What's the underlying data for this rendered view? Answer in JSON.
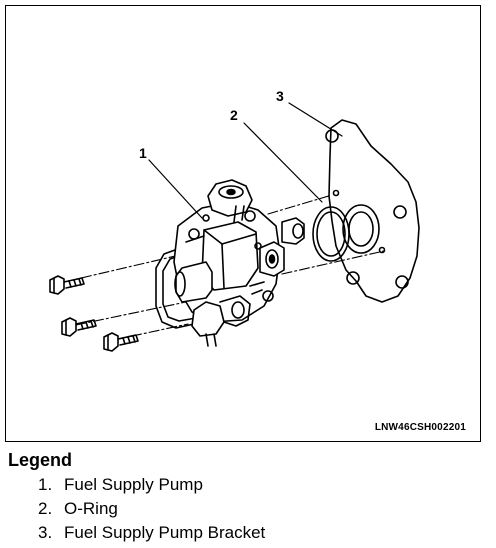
{
  "figure": {
    "code": "LNW46CSH002201",
    "callouts": [
      "1",
      "2",
      "3"
    ]
  },
  "legend": {
    "title": "Legend",
    "items": [
      {
        "num": "1.",
        "label": "Fuel Supply Pump"
      },
      {
        "num": "2.",
        "label": "O-Ring"
      },
      {
        "num": "3.",
        "label": "Fuel Supply Pump Bracket"
      }
    ]
  }
}
